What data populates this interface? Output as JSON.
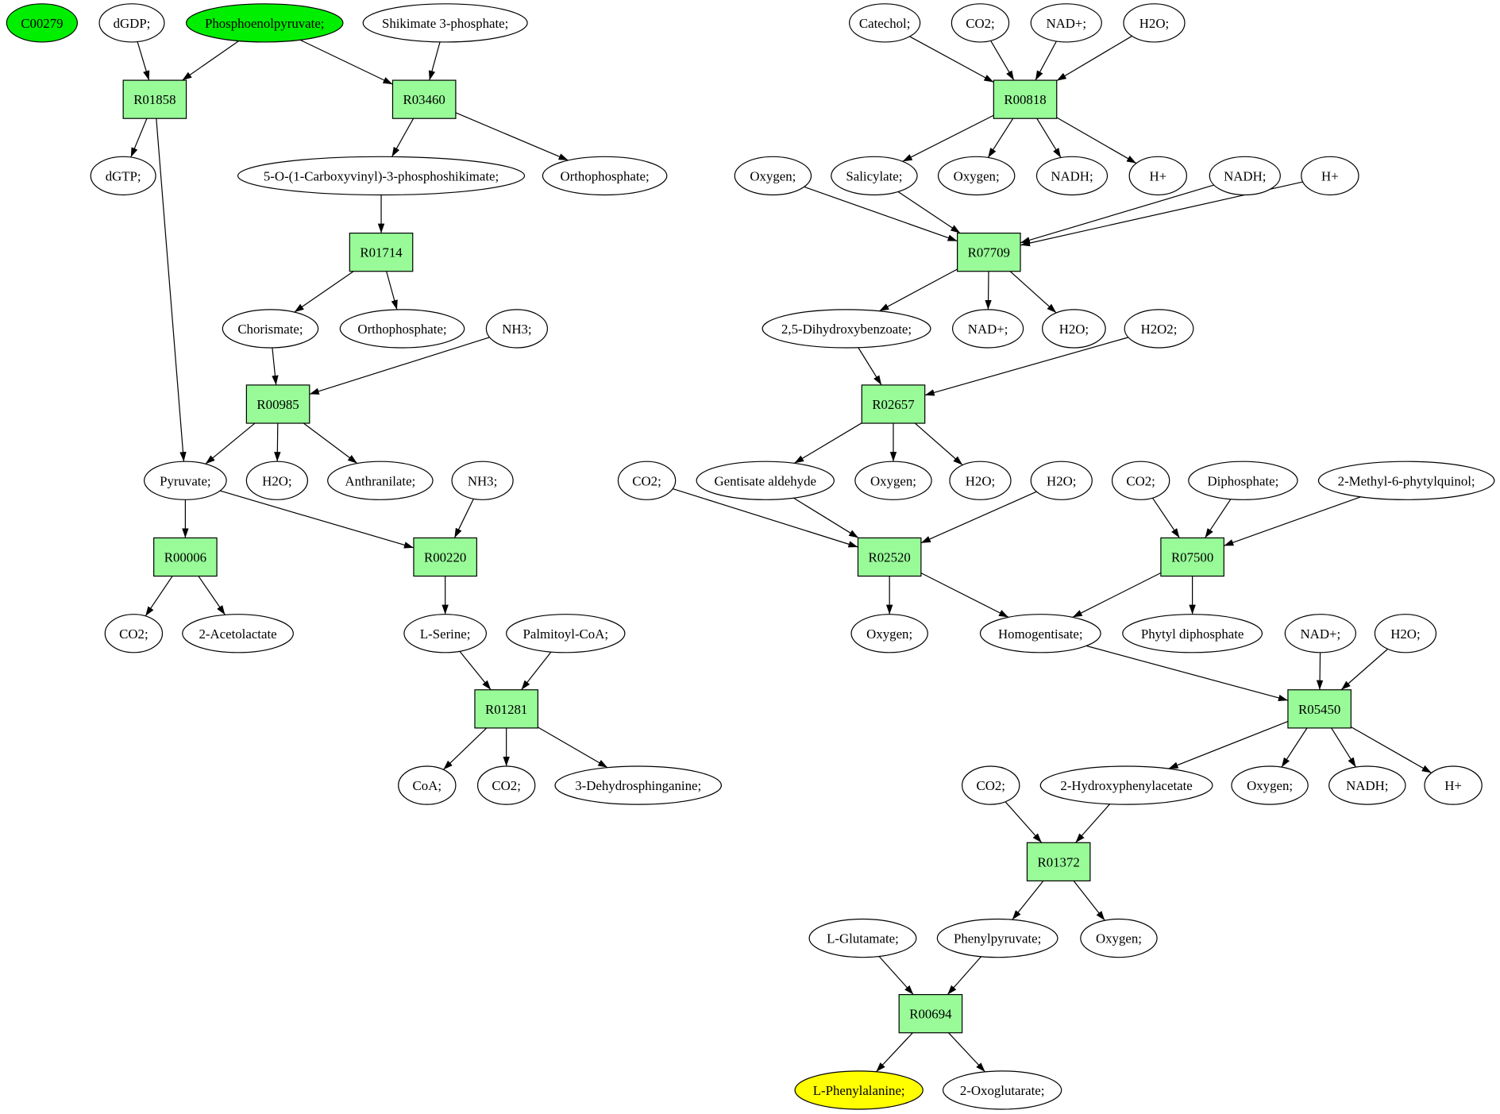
{
  "title": "Metabolic pathway graph",
  "colors": {
    "reaction": "#98fb98",
    "compound": "#ffffff",
    "source": "#00ee00",
    "target": "#ffff00"
  },
  "nodes": {
    "c00279": {
      "label": "C00279",
      "kind": "compound",
      "role": "source"
    },
    "dgdp": {
      "label": "dGDP;",
      "kind": "compound"
    },
    "pep": {
      "label": "Phosphoenolpyruvate;",
      "kind": "compound",
      "role": "source"
    },
    "s3p": {
      "label": "Shikimate 3-phosphate;",
      "kind": "compound"
    },
    "catechol": {
      "label": "Catechol;",
      "kind": "compound"
    },
    "co2a": {
      "label": "CO2;",
      "kind": "compound"
    },
    "nadpa": {
      "label": "NAD+;",
      "kind": "compound"
    },
    "h2oa": {
      "label": "H2O;",
      "kind": "compound"
    },
    "R01858": {
      "label": "R01858",
      "kind": "reaction"
    },
    "R03460": {
      "label": "R03460",
      "kind": "reaction"
    },
    "R00818": {
      "label": "R00818",
      "kind": "reaction"
    },
    "dgtp": {
      "label": "dGTP;",
      "kind": "compound"
    },
    "cvs": {
      "label": "5-O-(1-Carboxyvinyl)-3-phosphoshikimate;",
      "kind": "compound"
    },
    "ortho1": {
      "label": "Orthophosphate;",
      "kind": "compound"
    },
    "oxy1": {
      "label": "Oxygen;",
      "kind": "compound"
    },
    "salicylate": {
      "label": "Salicylate;",
      "kind": "compound"
    },
    "oxy2": {
      "label": "Oxygen;",
      "kind": "compound"
    },
    "nadh1": {
      "label": "NADH;",
      "kind": "compound"
    },
    "hplus1": {
      "label": "H+",
      "kind": "compound"
    },
    "nadh2": {
      "label": "NADH;",
      "kind": "compound"
    },
    "hplus2": {
      "label": "H+",
      "kind": "compound"
    },
    "R01714": {
      "label": "R01714",
      "kind": "reaction"
    },
    "R07709": {
      "label": "R07709",
      "kind": "reaction"
    },
    "chorismate": {
      "label": "Chorismate;",
      "kind": "compound"
    },
    "ortho2": {
      "label": "Orthophosphate;",
      "kind": "compound"
    },
    "nh3a": {
      "label": "NH3;",
      "kind": "compound"
    },
    "dhb": {
      "label": "2,5-Dihydroxybenzoate;",
      "kind": "compound"
    },
    "nadpb": {
      "label": "NAD+;",
      "kind": "compound"
    },
    "h2ob": {
      "label": "H2O;",
      "kind": "compound"
    },
    "h2o2": {
      "label": "H2O2;",
      "kind": "compound"
    },
    "R00985": {
      "label": "R00985",
      "kind": "reaction"
    },
    "R02657": {
      "label": "R02657",
      "kind": "reaction"
    },
    "pyruvate": {
      "label": "Pyruvate;",
      "kind": "compound"
    },
    "h2oc": {
      "label": "H2O;",
      "kind": "compound"
    },
    "anthranilate": {
      "label": "Anthranilate;",
      "kind": "compound"
    },
    "nh3b": {
      "label": "NH3;",
      "kind": "compound"
    },
    "co2b": {
      "label": "CO2;",
      "kind": "compound"
    },
    "gent": {
      "label": "Gentisate aldehyde",
      "kind": "compound"
    },
    "oxy3": {
      "label": "Oxygen;",
      "kind": "compound"
    },
    "h2od": {
      "label": "H2O;",
      "kind": "compound"
    },
    "h2oe": {
      "label": "H2O;",
      "kind": "compound"
    },
    "co2c": {
      "label": "CO2;",
      "kind": "compound"
    },
    "diphos": {
      "label": "Diphosphate;",
      "kind": "compound"
    },
    "mpq": {
      "label": "2-Methyl-6-phytylquinol;",
      "kind": "compound"
    },
    "R00006": {
      "label": "R00006",
      "kind": "reaction"
    },
    "R00220": {
      "label": "R00220",
      "kind": "reaction"
    },
    "R02520": {
      "label": "R02520",
      "kind": "reaction"
    },
    "R07500": {
      "label": "R07500",
      "kind": "reaction"
    },
    "co2d": {
      "label": "CO2;",
      "kind": "compound"
    },
    "acetolactate": {
      "label": "2-Acetolactate",
      "kind": "compound"
    },
    "serine": {
      "label": "L-Serine;",
      "kind": "compound"
    },
    "palm": {
      "label": "Palmitoyl-CoA;",
      "kind": "compound"
    },
    "oxy4": {
      "label": "Oxygen;",
      "kind": "compound"
    },
    "homog": {
      "label": "Homogentisate;",
      "kind": "compound"
    },
    "phytyl": {
      "label": "Phytyl diphosphate",
      "kind": "compound"
    },
    "nadpc": {
      "label": "NAD+;",
      "kind": "compound"
    },
    "h2of": {
      "label": "H2O;",
      "kind": "compound"
    },
    "R01281": {
      "label": "R01281",
      "kind": "reaction"
    },
    "R05450": {
      "label": "R05450",
      "kind": "reaction"
    },
    "coa": {
      "label": "CoA;",
      "kind": "compound"
    },
    "co2e": {
      "label": "CO2;",
      "kind": "compound"
    },
    "dhs": {
      "label": "3-Dehydrosphinganine;",
      "kind": "compound"
    },
    "co2f": {
      "label": "CO2;",
      "kind": "compound"
    },
    "hpa": {
      "label": "2-Hydroxyphenylacetate",
      "kind": "compound"
    },
    "oxy5": {
      "label": "Oxygen;",
      "kind": "compound"
    },
    "nadh3": {
      "label": "NADH;",
      "kind": "compound"
    },
    "hplus3": {
      "label": "H+",
      "kind": "compound"
    },
    "R01372": {
      "label": "R01372",
      "kind": "reaction"
    },
    "glu": {
      "label": "L-Glutamate;",
      "kind": "compound"
    },
    "phpyr": {
      "label": "Phenylpyruvate;",
      "kind": "compound"
    },
    "oxy6": {
      "label": "Oxygen;",
      "kind": "compound"
    },
    "R00694": {
      "label": "R00694",
      "kind": "reaction"
    },
    "phe": {
      "label": "L-Phenylalanine;",
      "kind": "compound",
      "role": "target"
    },
    "oxog": {
      "label": "2-Oxoglutarate;",
      "kind": "compound"
    }
  },
  "edges": [
    [
      "dgdp",
      "R01858"
    ],
    [
      "pep",
      "R01858"
    ],
    [
      "pep",
      "R03460"
    ],
    [
      "s3p",
      "R03460"
    ],
    [
      "R01858",
      "dgtp"
    ],
    [
      "R01858",
      "pyruvate"
    ],
    [
      "R03460",
      "cvs"
    ],
    [
      "R03460",
      "ortho1"
    ],
    [
      "cvs",
      "R01714"
    ],
    [
      "R01714",
      "chorismate"
    ],
    [
      "R01714",
      "ortho2"
    ],
    [
      "chorismate",
      "R00985"
    ],
    [
      "nh3a",
      "R00985"
    ],
    [
      "R00985",
      "pyruvate"
    ],
    [
      "R00985",
      "h2oc"
    ],
    [
      "R00985",
      "anthranilate"
    ],
    [
      "pyruvate",
      "R00006"
    ],
    [
      "pyruvate",
      "R00220"
    ],
    [
      "nh3b",
      "R00220"
    ],
    [
      "R00006",
      "co2d"
    ],
    [
      "R00006",
      "acetolactate"
    ],
    [
      "R00220",
      "serine"
    ],
    [
      "serine",
      "R01281"
    ],
    [
      "palm",
      "R01281"
    ],
    [
      "R01281",
      "coa"
    ],
    [
      "R01281",
      "co2e"
    ],
    [
      "R01281",
      "dhs"
    ],
    [
      "catechol",
      "R00818"
    ],
    [
      "co2a",
      "R00818"
    ],
    [
      "nadpa",
      "R00818"
    ],
    [
      "h2oa",
      "R00818"
    ],
    [
      "R00818",
      "salicylate"
    ],
    [
      "R00818",
      "oxy2"
    ],
    [
      "R00818",
      "nadh1"
    ],
    [
      "R00818",
      "hplus1"
    ],
    [
      "oxy1",
      "R07709"
    ],
    [
      "salicylate",
      "R07709"
    ],
    [
      "nadh2",
      "R07709"
    ],
    [
      "hplus2",
      "R07709"
    ],
    [
      "R07709",
      "dhb"
    ],
    [
      "R07709",
      "nadpb"
    ],
    [
      "R07709",
      "h2ob"
    ],
    [
      "dhb",
      "R02657"
    ],
    [
      "h2o2",
      "R02657"
    ],
    [
      "R02657",
      "gent"
    ],
    [
      "R02657",
      "oxy3"
    ],
    [
      "R02657",
      "h2od"
    ],
    [
      "co2b",
      "R02520"
    ],
    [
      "gent",
      "R02520"
    ],
    [
      "h2oe",
      "R02520"
    ],
    [
      "R02520",
      "oxy4"
    ],
    [
      "R02520",
      "homog"
    ],
    [
      "co2c",
      "R07500"
    ],
    [
      "diphos",
      "R07500"
    ],
    [
      "mpq",
      "R07500"
    ],
    [
      "R07500",
      "homog"
    ],
    [
      "R07500",
      "phytyl"
    ],
    [
      "homog",
      "R05450"
    ],
    [
      "nadpc",
      "R05450"
    ],
    [
      "h2of",
      "R05450"
    ],
    [
      "R05450",
      "hpa"
    ],
    [
      "R05450",
      "oxy5"
    ],
    [
      "R05450",
      "nadh3"
    ],
    [
      "R05450",
      "hplus3"
    ],
    [
      "co2f",
      "R01372"
    ],
    [
      "hpa",
      "R01372"
    ],
    [
      "R01372",
      "phpyr"
    ],
    [
      "R01372",
      "oxy6"
    ],
    [
      "glu",
      "R00694"
    ],
    [
      "phpyr",
      "R00694"
    ],
    [
      "R00694",
      "phe"
    ],
    [
      "R00694",
      "oxog"
    ]
  ]
}
